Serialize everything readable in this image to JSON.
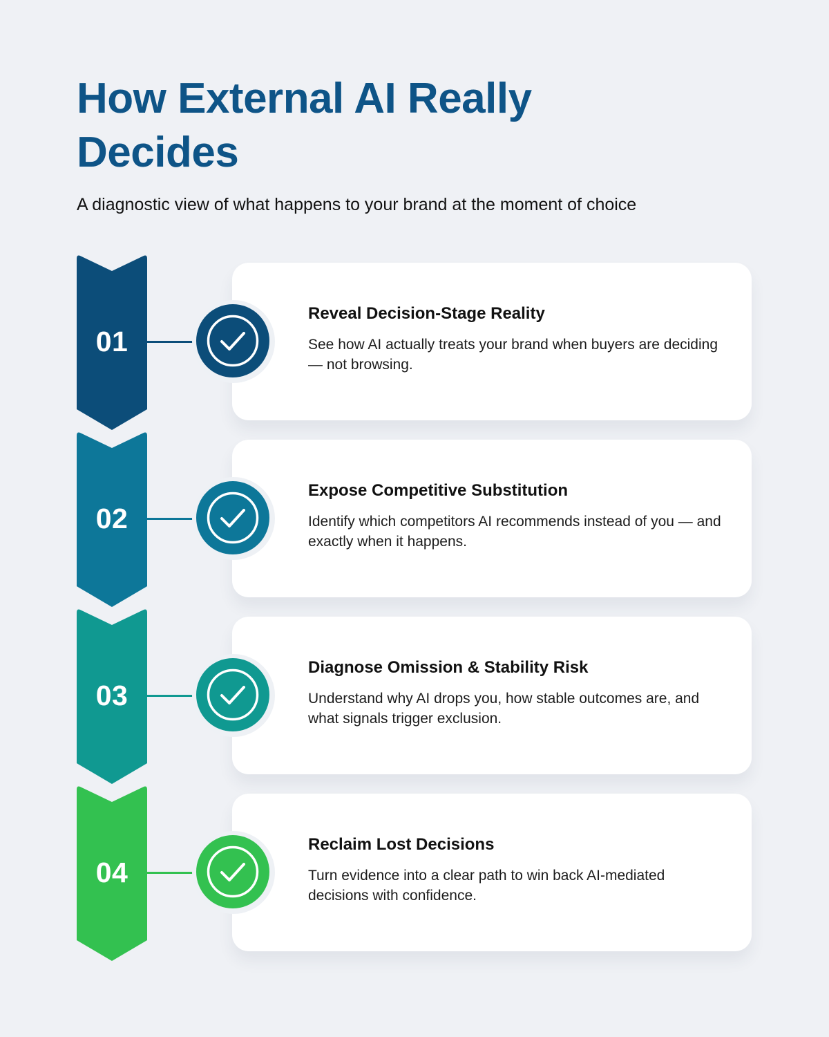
{
  "header": {
    "title": "How External AI Really Decides",
    "subtitle": "A diagnostic view of what happens to your brand at the moment of choice"
  },
  "steps": [
    {
      "number": "01",
      "title": "Reveal Decision-Stage Reality",
      "description": "See how AI actually treats your brand when buyers are deciding — not browsing.",
      "color": "#0c4d79",
      "icon": "check-circle-icon"
    },
    {
      "number": "02",
      "title": "Expose Competitive Substitution",
      "description": "Identify which competitors AI recommends instead of you — and exactly when it happens.",
      "color": "#0d7799",
      "icon": "check-circle-icon"
    },
    {
      "number": "03",
      "title": "Diagnose Omission & Stability Risk",
      "description": "Understand why AI drops you, how stable outcomes are, and what signals trigger exclusion.",
      "color": "#109991",
      "icon": "check-circle-icon"
    },
    {
      "number": "04",
      "title": "Reclaim Lost Decisions",
      "description": "Turn evidence into a clear path to win back AI-mediated decisions with confidence.",
      "color": "#33c150",
      "icon": "check-circle-icon"
    }
  ]
}
